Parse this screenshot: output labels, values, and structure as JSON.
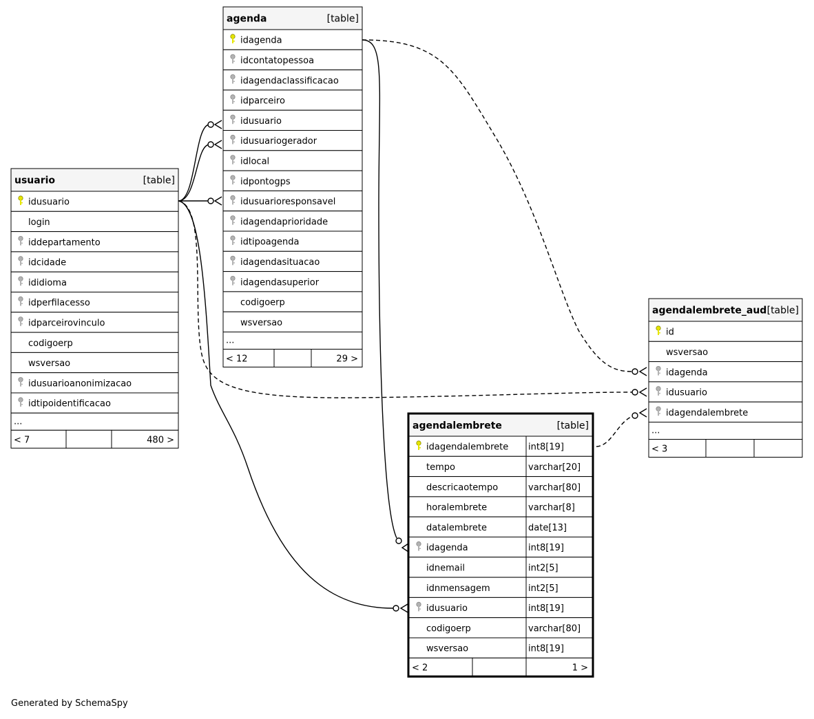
{
  "footer": "Generated by SchemaSpy",
  "colors": {
    "primary_key": "#e6e600",
    "foreign_key": "#b3b3b3",
    "header_bg": "#f5f5f5",
    "border": "#000000"
  },
  "tables": {
    "usuario": {
      "name": "usuario",
      "tag": "[table]",
      "columns": [
        {
          "name": "idusuario",
          "key": "pk"
        },
        {
          "name": "login",
          "key": ""
        },
        {
          "name": "iddepartamento",
          "key": "fk"
        },
        {
          "name": "idcidade",
          "key": "fk"
        },
        {
          "name": "ididioma",
          "key": "fk"
        },
        {
          "name": "idperfilacesso",
          "key": "fk"
        },
        {
          "name": "idparceirovinculo",
          "key": "fk"
        },
        {
          "name": "codigoerp",
          "key": ""
        },
        {
          "name": "wsversao",
          "key": ""
        },
        {
          "name": "idusuarioanonimizacao",
          "key": "fk"
        },
        {
          "name": "idtipoidentificacao",
          "key": "fk"
        }
      ],
      "more": "...",
      "footer": {
        "left": "< 7",
        "right": "480 >"
      }
    },
    "agenda": {
      "name": "agenda",
      "tag": "[table]",
      "columns": [
        {
          "name": "idagenda",
          "key": "pk"
        },
        {
          "name": "idcontatopessoa",
          "key": "fk"
        },
        {
          "name": "idagendaclassificacao",
          "key": "fk"
        },
        {
          "name": "idparceiro",
          "key": "fk"
        },
        {
          "name": "idusuario",
          "key": "fk"
        },
        {
          "name": "idusuariogerador",
          "key": "fk"
        },
        {
          "name": "idlocal",
          "key": "fk"
        },
        {
          "name": "idpontogps",
          "key": "fk"
        },
        {
          "name": "idusuarioresponsavel",
          "key": "fk"
        },
        {
          "name": "idagendaprioridade",
          "key": "fk"
        },
        {
          "name": "idtipoagenda",
          "key": "fk"
        },
        {
          "name": "idagendasituacao",
          "key": "fk"
        },
        {
          "name": "idagendasuperior",
          "key": "fk"
        },
        {
          "name": "codigoerp",
          "key": ""
        },
        {
          "name": "wsversao",
          "key": ""
        }
      ],
      "more": "...",
      "footer": {
        "left": "< 12",
        "right": "29 >"
      }
    },
    "agendalembrete_aud": {
      "name": "agendalembrete_aud",
      "tag": "[table]",
      "columns": [
        {
          "name": "id",
          "key": "pk"
        },
        {
          "name": "wsversao",
          "key": ""
        },
        {
          "name": "idagenda",
          "key": "fk"
        },
        {
          "name": "idusuario",
          "key": "fk"
        },
        {
          "name": "idagendalembrete",
          "key": "fk"
        }
      ],
      "more": "...",
      "footer": {
        "left": "< 3",
        "right": ""
      }
    },
    "agendalembrete": {
      "name": "agendalembrete",
      "tag": "[table]",
      "columns": [
        {
          "name": "idagendalembrete",
          "key": "pk",
          "type": "int8[19]"
        },
        {
          "name": "tempo",
          "key": "",
          "type": "varchar[20]"
        },
        {
          "name": "descricaotempo",
          "key": "",
          "type": "varchar[80]"
        },
        {
          "name": "horalembrete",
          "key": "",
          "type": "varchar[8]"
        },
        {
          "name": "datalembrete",
          "key": "",
          "type": "date[13]"
        },
        {
          "name": "idagenda",
          "key": "fk",
          "type": "int8[19]"
        },
        {
          "name": "idnemail",
          "key": "",
          "type": "int2[5]"
        },
        {
          "name": "idnmensagem",
          "key": "",
          "type": "int2[5]"
        },
        {
          "name": "idusuario",
          "key": "fk",
          "type": "int8[19]"
        },
        {
          "name": "codigoerp",
          "key": "",
          "type": "varchar[80]"
        },
        {
          "name": "wsversao",
          "key": "",
          "type": "int8[19]"
        }
      ],
      "more": "",
      "footer": {
        "left": "< 2",
        "right": "1 >"
      }
    }
  }
}
